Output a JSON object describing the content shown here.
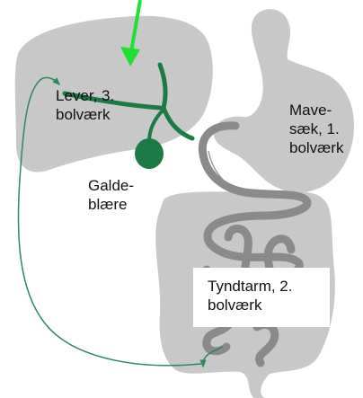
{
  "labels": {
    "liver": [
      "Lever, 3.",
      "bolværk"
    ],
    "stomach": [
      "Mave-",
      "sæk, 1.",
      "bolværk"
    ],
    "gallbladder": [
      "Galde-",
      "blære"
    ],
    "small_intestine": [
      "Tyndtarm, 2.",
      "bolværk"
    ]
  },
  "colors": {
    "organ": "#c8c8c8",
    "bile": "#1c7a47",
    "gut_line": "#8a8a8a",
    "entry_arrow": "#22e033",
    "circulation_arrow": "#2e8a5c"
  },
  "icons": {
    "entry_arrow": "arrow-down-icon"
  }
}
